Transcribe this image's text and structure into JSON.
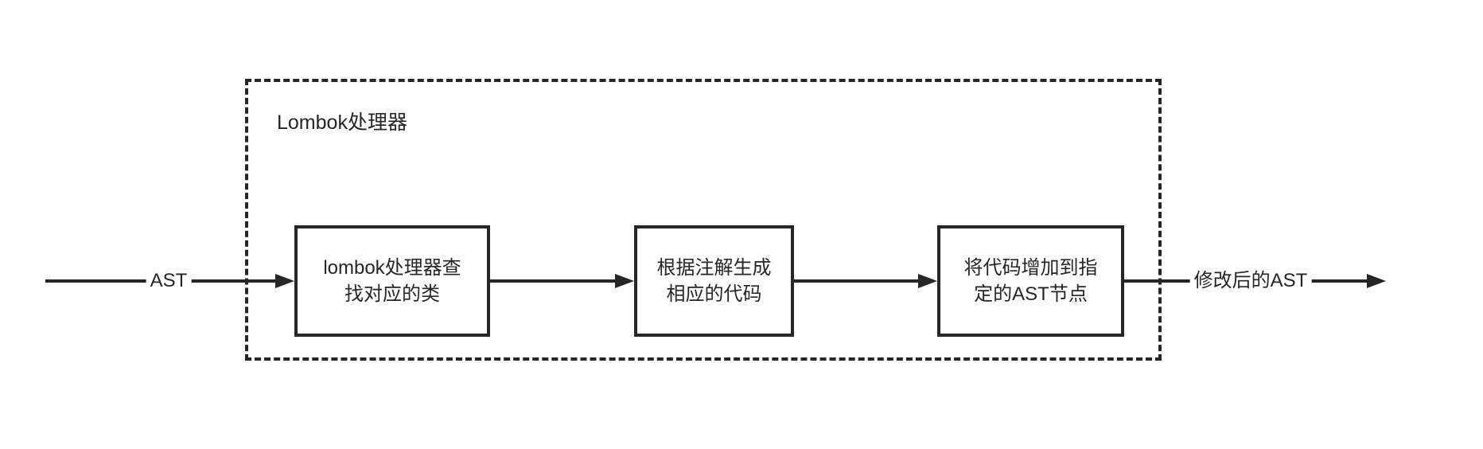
{
  "diagram": {
    "background_color": "#ffffff",
    "stroke_color": "#262626",
    "text_color": "#262626",
    "group": {
      "label": "Lombok处理器"
    },
    "nodes": [
      {
        "id": "find-class",
        "label": "lombok处理器查\n找对应的类"
      },
      {
        "id": "generate-code",
        "label": "根据注解生成\n相应的代码"
      },
      {
        "id": "add-to-ast",
        "label": "将代码增加到指\n定的AST节点"
      }
    ],
    "edges": {
      "input_label": "AST",
      "output_label": "修改后的AST"
    }
  }
}
